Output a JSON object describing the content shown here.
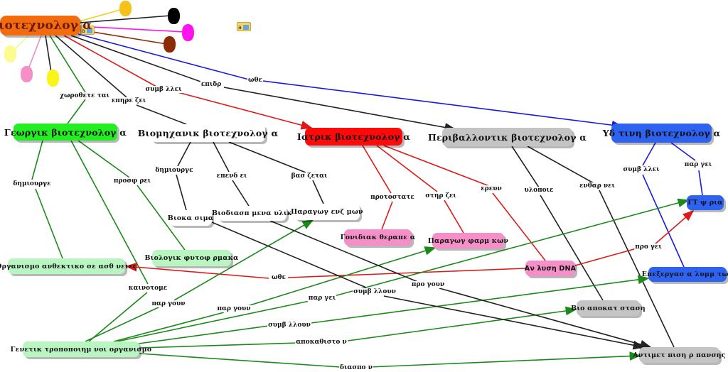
{
  "colors": {
    "root": "#f26b0f",
    "agri": "#22ee22",
    "industrial": "#ffffff",
    "medical": "#ff0a0a",
    "environmental": "#c4c4c4",
    "marine": "#2e62f0",
    "light_green": "#b8f5c0",
    "pink": "#f48fc8",
    "grey": "#c4c4c4",
    "blue": "#2e62f0"
  },
  "nodes": {
    "root": "Βιοτεχνολογ α",
    "agri": "Γεωργικ βιοτεχνολογ α",
    "industrial": "Βιομηχανικ βιοτεχνολογ α",
    "medical": "Ιατρικ βιοτεχνολογ α",
    "environmental": "Περιβαλλοντικ βιοτεχνολογ α",
    "marine": "Υδ τινη βιοτεχνολογ α",
    "biofuels": "Βιοκα σιμα",
    "bioplastics": "Βιοδιασπ μενα υλικ",
    "enzymes": "Παραγωγ ενζ μων",
    "gene_therapy": "Γονιδιακ θεραπε α",
    "drug_production": "Παραγωγ φαρμ κων",
    "dna_analysis": "Αν λυση DNA",
    "resistant_organisms": "Οργανισμο ανθεκτικο σε ασθ νειες",
    "biopesticides": "Βιολογικ φυτοφ ρμακα",
    "gmo": "Γενετικ τροποποιημ νοι οργανισμο",
    "bioremediation": "Βιο αποκατ σταση",
    "algae_processing": "Επεξεργασ α λυμμ των",
    "fuels": "ΓΤ ψ ρια",
    "pollution_response": "Αντιμετ πιση ρ πανσης"
  },
  "link_labels": {
    "root_agri": "χωροθετε ται",
    "root_industrial": "επηρε ζει",
    "root_medical": "συμβ λλει",
    "root_environmental": "επιδρ",
    "root_marine": "ωθε",
    "agri_resistant": "δημιουργε",
    "agri_biopesticides": "προσφ ρει",
    "agri_gmo": "καινοτομε",
    "industrial_biofuels": "δημιουργε",
    "industrial_bioplastics": "επενδ ει",
    "industrial_enzymes": "βασ ζεται",
    "medical_gene": "προτοστατε",
    "medical_drug": "στηρ ζει",
    "medical_dna": "ερευν",
    "env_bioremediation": "υλοποιε",
    "env_pollution": "ενθαρ νει",
    "marine_algae": "συμβ λλει",
    "marine_fuels": "παρ γει",
    "dna_resistant": "ωθε",
    "dna_fuels": "προ γει",
    "gmo_enzymes": "παρ γουν",
    "gmo_drug": "παρ γουν",
    "gmo_fuels": "παρ γει",
    "gmo_algae": "συμβ λλουν",
    "gmo_bioremediation": "αποκαθιστο ν",
    "gmo_pollution": "διασπο ν",
    "biofuels_pollution": "συμβ λλουν",
    "bioplastics_pollution": "προ γουν"
  },
  "notes": [
    {
      "icon": "note-icon",
      "label": "a"
    },
    {
      "icon": "note-icon",
      "label": "a"
    }
  ],
  "decorations": {
    "blobs": [
      "#f6c21a",
      "#000000",
      "#ff14ee",
      "#8b2b06",
      "#fbfb8f",
      "#f58fc6",
      "#fbf41a"
    ]
  }
}
